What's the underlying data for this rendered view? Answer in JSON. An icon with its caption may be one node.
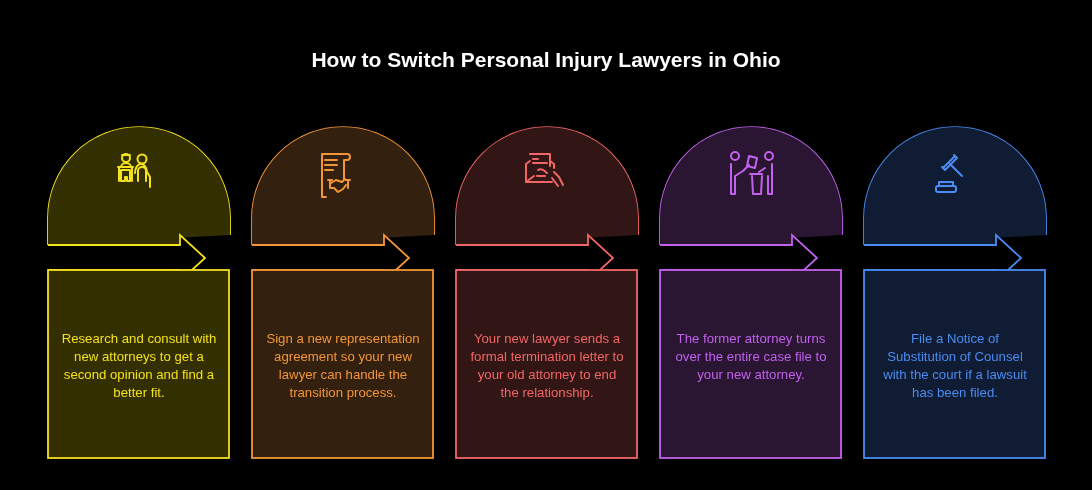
{
  "diagram": {
    "title": "How to Switch Personal Injury Lawyers in Ohio",
    "nodes": [
      {
        "text": [
          "Research and consult with new attorneys to get a second opinion and find a better fit."
        ]
      },
      {
        "text": [
          "Sign a new representation agreement so your new lawyer can handle the transition process."
        ]
      },
      {
        "text": [
          "Your new lawyer sends a formal termination letter to your old attorney to end the relationship."
        ]
      },
      {
        "text": [
          "The former attorney turns over the entire case file to your new attorney."
        ]
      },
      {
        "text": [
          "File a Notice of Substitution of Counsel with the court if a lawsuit has been filed."
        ]
      }
    ]
  }
}
